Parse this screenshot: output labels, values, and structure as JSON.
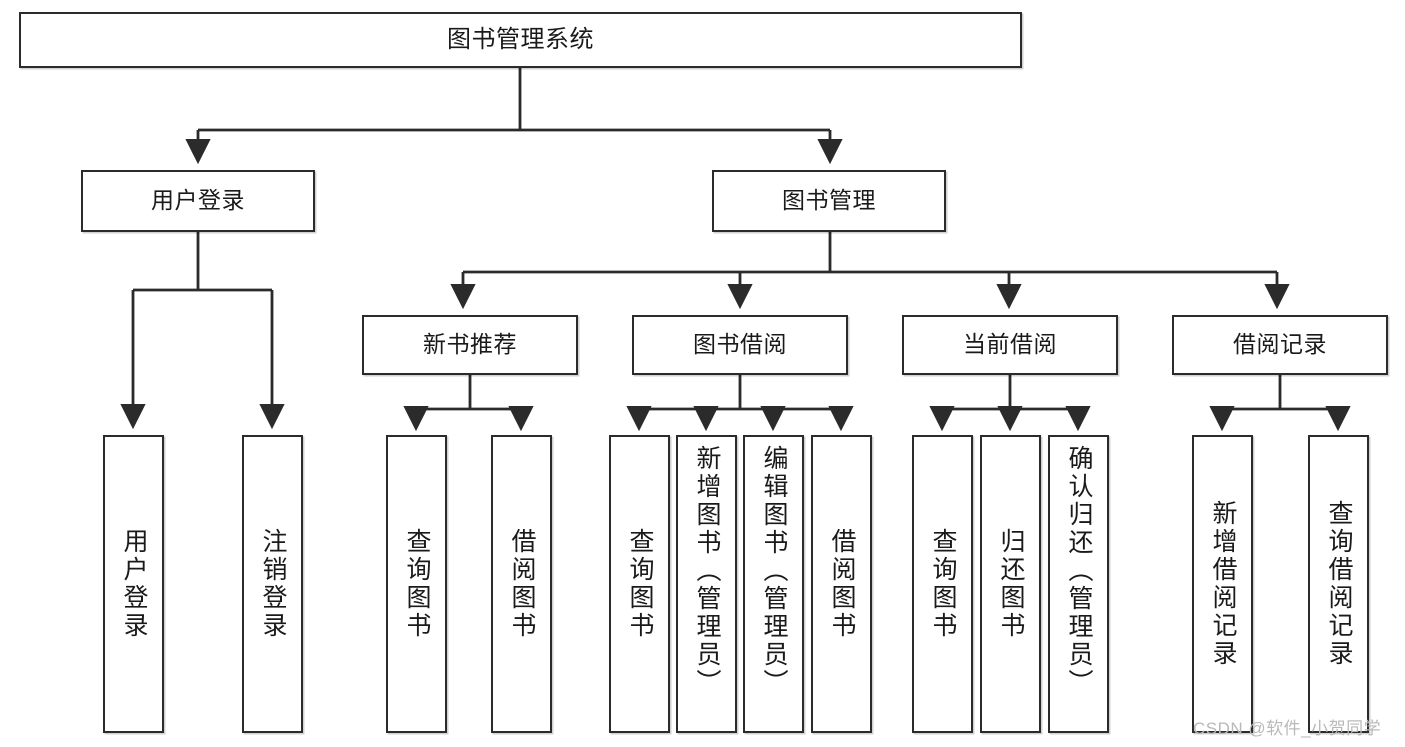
{
  "diagram": {
    "title": "图书管理系统",
    "type": "tree-hierarchy-chart",
    "root": {
      "label": "图书管理系统"
    },
    "level2": [
      {
        "label": "用户登录"
      },
      {
        "label": "图书管理"
      }
    ],
    "level3": [
      {
        "label": "新书推荐"
      },
      {
        "label": "图书借阅"
      },
      {
        "label": "当前借阅"
      },
      {
        "label": "借阅记录"
      }
    ],
    "leaves": [
      {
        "label": "用户登录",
        "parent": "用户登录"
      },
      {
        "label": "注销登录",
        "parent": "用户登录"
      },
      {
        "label": "查询图书",
        "parent": "新书推荐"
      },
      {
        "label": "借阅图书",
        "parent": "新书推荐"
      },
      {
        "label": "查询图书",
        "parent": "图书借阅"
      },
      {
        "label": "新增图书（管理员）",
        "parent": "图书借阅"
      },
      {
        "label": "编辑图书（管理员）",
        "parent": "图书借阅"
      },
      {
        "label": "借阅图书",
        "parent": "图书借阅"
      },
      {
        "label": "查询图书",
        "parent": "当前借阅"
      },
      {
        "label": "归还图书",
        "parent": "当前借阅"
      },
      {
        "label": "确认归还（管理员）",
        "parent": "当前借阅"
      },
      {
        "label": "新增借阅记录",
        "parent": "借阅记录"
      },
      {
        "label": "查询借阅记录",
        "parent": "借阅记录"
      }
    ],
    "colors": {
      "stroke": "#2b2b2b",
      "fill": "#ffffff",
      "text": "#1a1a1a",
      "watermark": "#b9b9b9"
    }
  },
  "watermark": {
    "text": "CSDN @软件_小贺同学"
  }
}
